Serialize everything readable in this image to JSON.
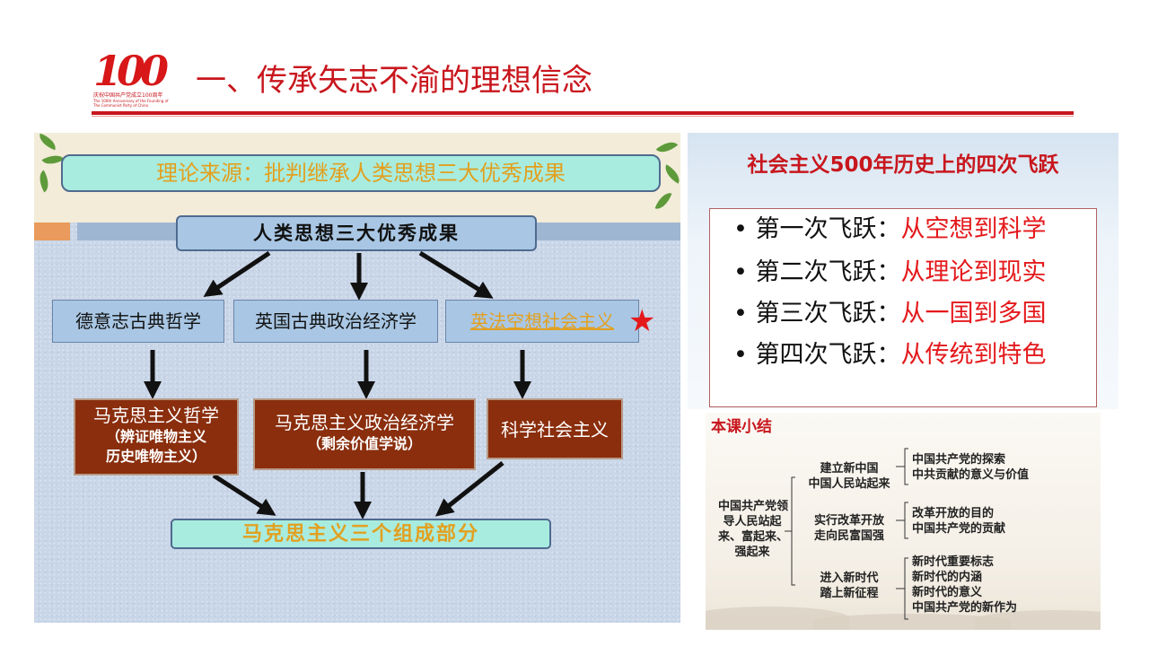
{
  "header": {
    "logo_number": "100",
    "logo_caption": "庆祝中国共产党成立100周年",
    "logo_subcaption_line1": "The 100th Anniversary of the Founding of",
    "logo_subcaption_line2": "The Communist Party of China",
    "title": "一、传承矢志不渝的理想信念"
  },
  "diagram": {
    "source_title": "理论来源：批判继承人类思想三大优秀成果",
    "top_node": "人类思想三大优秀成果",
    "sources": [
      "德意志古典哲学",
      "英国古典政治经济学",
      "英法空想社会主义"
    ],
    "components": [
      {
        "main": "马克思主义哲学",
        "sub1": "（辨证唯物主义",
        "sub2": "历史唯物主义）"
      },
      {
        "main": "马克思主义政治经济学",
        "sub1": "（剩余价值学说）"
      },
      {
        "main": "科学社会主义"
      }
    ],
    "bottom_node": "马克思主义三个组成部分",
    "star": "★"
  },
  "leaps": {
    "title": "社会主义500年历史上的四次飞跃",
    "bullet": "•",
    "items": [
      {
        "name": "第一次飞跃：",
        "desc": "从空想到科学"
      },
      {
        "name": "第二次飞跃：",
        "desc": "从理论到现实"
      },
      {
        "name": "第三次飞跃：",
        "desc": "从一国到多国"
      },
      {
        "name": "第四次飞跃：",
        "desc": "从传统到特色"
      }
    ]
  },
  "summary": {
    "title": "本课小结",
    "root": [
      "中国共产党领",
      "导人民站起",
      "来、富起来、",
      "强起来"
    ],
    "branches": [
      {
        "label": [
          "建立新中国",
          "中国人民站起来"
        ],
        "leaves": [
          "中国共产党的探索",
          "中共贡献的意义与价值"
        ]
      },
      {
        "label": [
          "实行改革开放",
          "走向民富国强"
        ],
        "leaves": [
          "改革开放的目的",
          "中国共产党的贡献"
        ]
      },
      {
        "label": [
          "进入新时代",
          "踏上新征程"
        ],
        "leaves": [
          "新时代重要标志",
          "新时代的内涵",
          "新时代的意义",
          "中国共产党的新作为"
        ]
      }
    ]
  },
  "colors": {
    "brand_red": "#c8161d",
    "leap_red": "#e4191c",
    "component_brown": "#8a2e0d",
    "node_blue": "#a9c7e4",
    "node_teal": "#a8ecdf",
    "highlight_gold": "#e2a020"
  }
}
